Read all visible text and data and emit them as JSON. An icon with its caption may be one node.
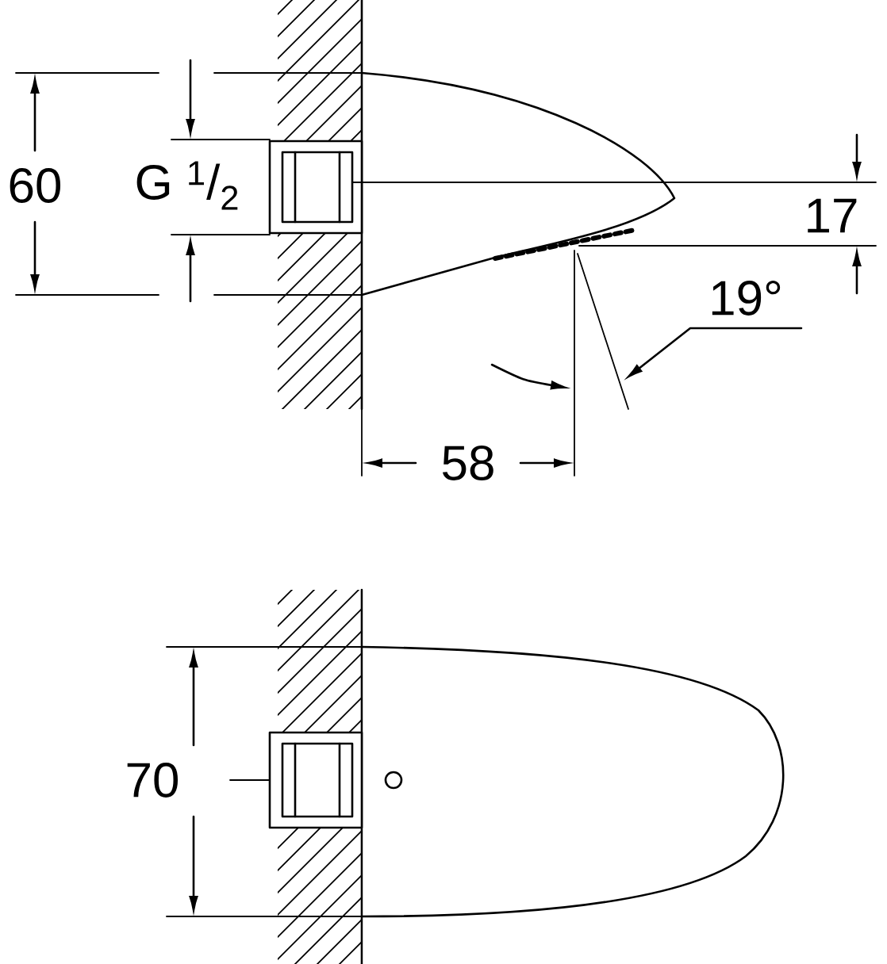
{
  "diagram": {
    "labels": [
      "60",
      "G $^{1}$/$_{2}$",
      "17",
      "19°",
      "58",
      "70"
    ]
  }
}
